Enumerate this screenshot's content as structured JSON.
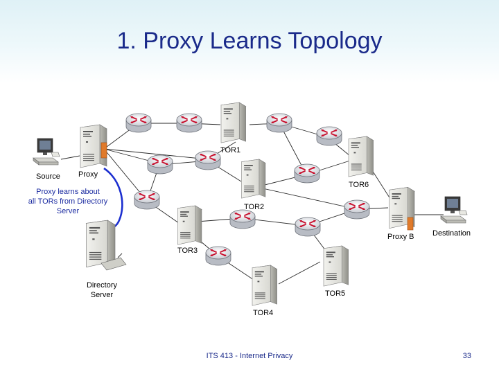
{
  "slide": {
    "title": "1. Proxy Learns Topology",
    "footer": "ITS 413 - Internet Privacy",
    "page_number": "33"
  },
  "diagram": {
    "labels": {
      "source": "Source",
      "proxy": "Proxy",
      "proxy_note": [
        "Proxy learns about",
        "all TORs from Directory",
        "Server"
      ],
      "directory_server": [
        "Directory",
        "Server"
      ],
      "tor1": "TOR1",
      "tor2": "TOR2",
      "tor3": "TOR3",
      "tor4": "TOR4",
      "tor5": "TOR5",
      "tor6": "TOR6",
      "proxy_b": "Proxy B",
      "destination": "Destination"
    },
    "icons": {
      "server": "server-tower-icon",
      "router": "router-icon",
      "workstation": "workstation-icon"
    },
    "colors": {
      "title": "#1a2a8a",
      "proxy_note": "#1a2aa0",
      "link": "#2a2a2a",
      "proxy_directory_link": "#1c2fd0",
      "proxy_accent": "#e07a2a"
    }
  }
}
